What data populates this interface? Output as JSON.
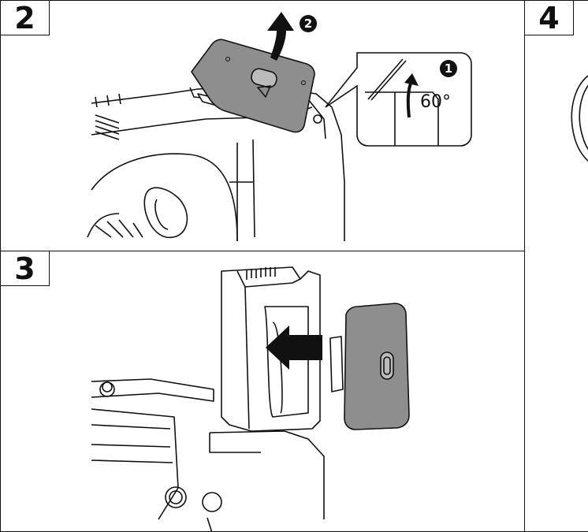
{
  "steps": [
    {
      "number": "2"
    },
    {
      "number": "3"
    },
    {
      "number": "4"
    }
  ],
  "callouts": {
    "open_step_badge": "1",
    "lift_step_badge": "2",
    "angle_label": "60°"
  },
  "colors": {
    "cover_fill": "#8e8e8e",
    "line": "#111111",
    "badge": "#111111"
  },
  "icons": [
    "arrow-up-icon",
    "arrow-left-icon",
    "curved-arrow-icon"
  ]
}
